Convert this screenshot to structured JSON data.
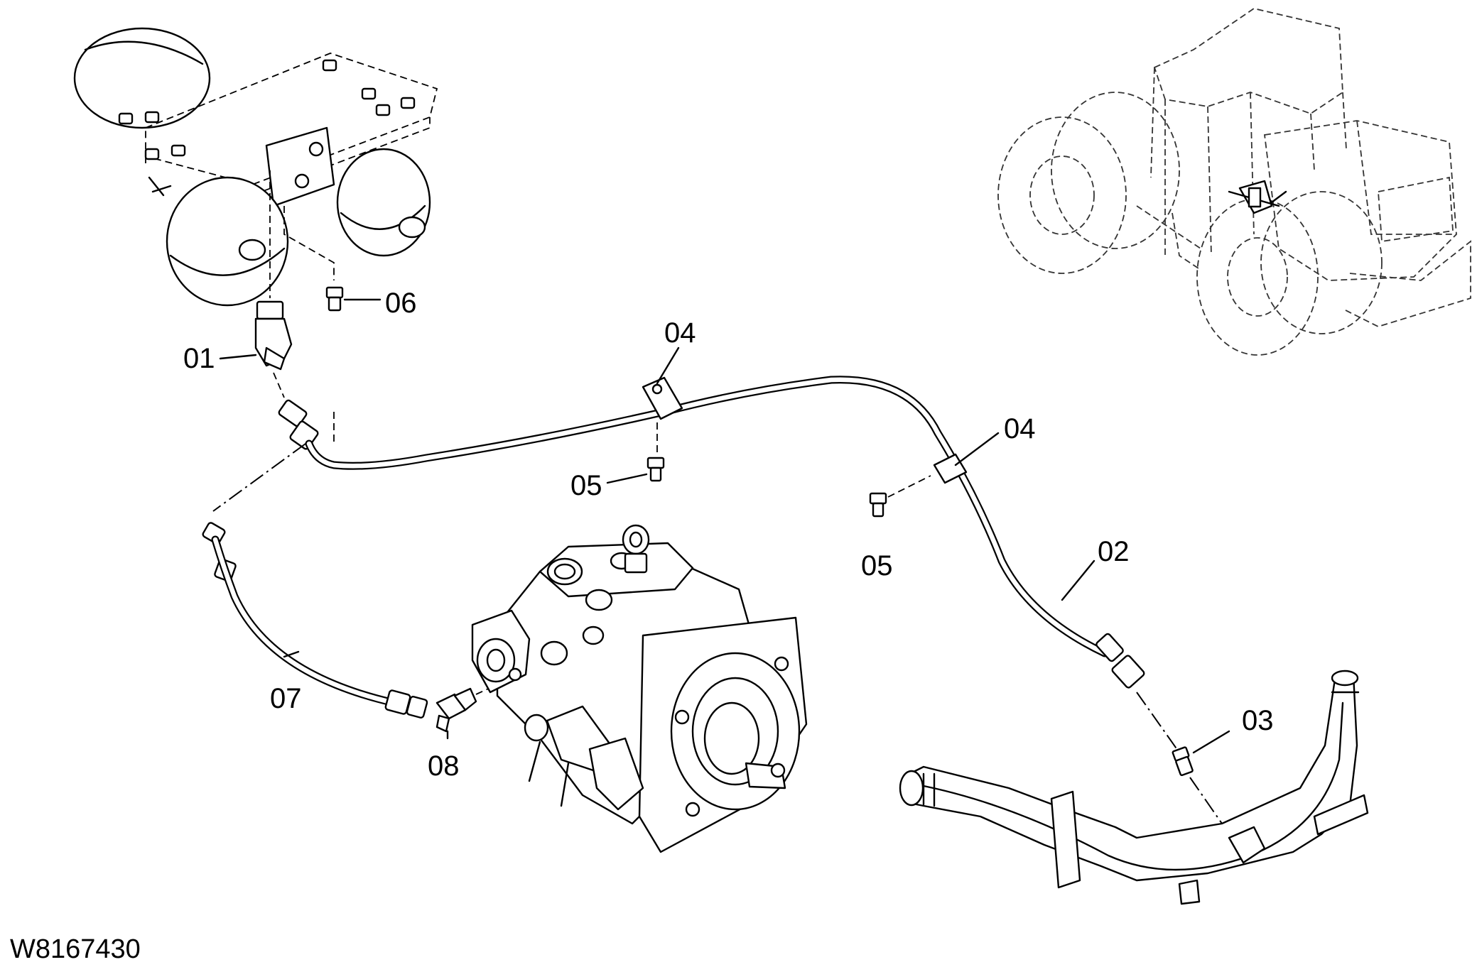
{
  "drawing_id": "W8167430",
  "callouts": {
    "c01": "01",
    "c02": "02",
    "c03": "03",
    "c04a": "04",
    "c04b": "04",
    "c05a": "05",
    "c05b": "05",
    "c06": "06",
    "c07": "07",
    "c08": "08"
  }
}
